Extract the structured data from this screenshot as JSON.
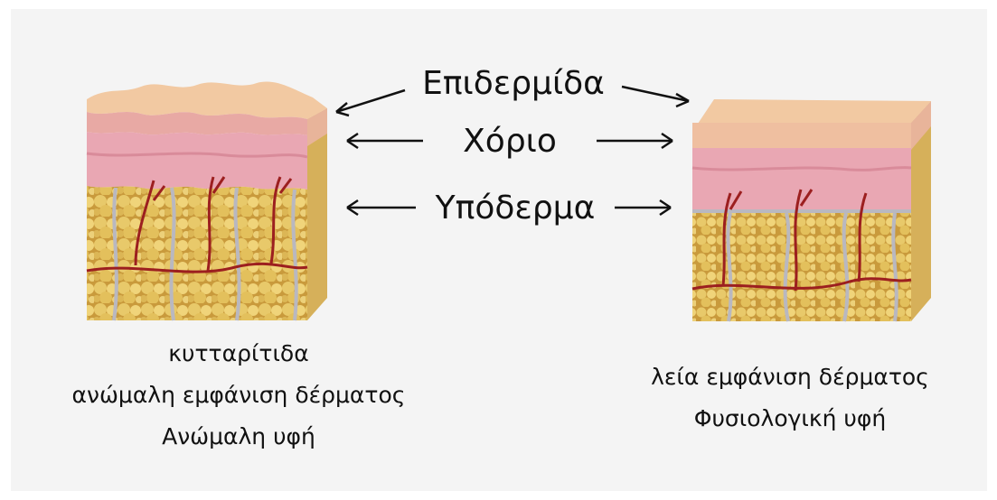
{
  "layers": {
    "epidermis": "Επιδερμίδα",
    "dermis": "Χόριο",
    "hypodermis": "Υπόδερμα"
  },
  "left_caption": [
    "κυτταρίτιδα",
    "ανώμαλη εμφάνιση δέρματος",
    "Ανώμαλη υφή"
  ],
  "right_caption": [
    "λεία εμφάνιση δέρματος",
    "Φυσιολογική υφή"
  ],
  "colors": {
    "background": "#f4f4f4",
    "epidermis": "#f2c9a2",
    "dermis": "#e9a7b3",
    "fat_cell": "#e8c96a",
    "fat_septa": "#b9b8c0",
    "vessel": "#9c1f1f"
  }
}
